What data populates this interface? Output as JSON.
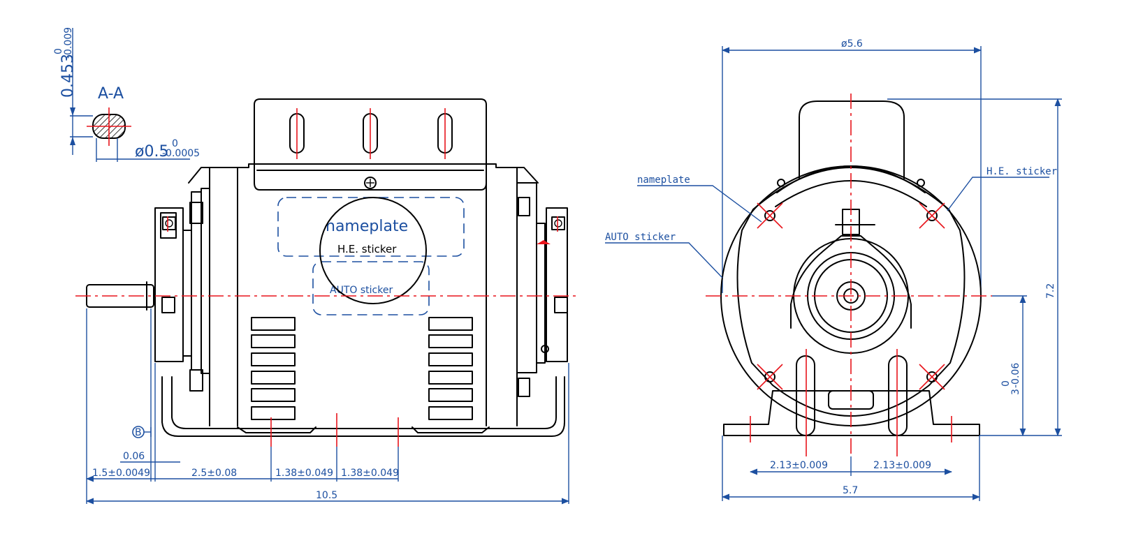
{
  "section": {
    "title": "A-A",
    "shaft_dia": "0.453",
    "shaft_tol_upper": "0",
    "shaft_tol_lower": "-0.009",
    "bore_prefix": "ø0.5",
    "bore_tol_upper": "0",
    "bore_tol_lower": "-0.0005"
  },
  "side_view": {
    "nameplate": "nameplate",
    "he_sticker": "H.E. sticker",
    "auto_sticker": "AUTO sticker",
    "datum": "B",
    "runout": "0.06",
    "dim_shaft_len": "1.5±0.0049",
    "dim_base_offset": "2.5±0.08",
    "dim_slot_1": "1.38±0.049",
    "dim_slot_2": "1.38±0.049",
    "dim_overall_len": "10.5"
  },
  "end_view": {
    "dim_diameter": "ø5.6",
    "nameplate": "nameplate",
    "he_sticker": "H.E. sticker",
    "auto_sticker": "AUTO sticker",
    "dim_height": "7.2",
    "dim_shaft_height": "3",
    "dim_shaft_height_tol_upper": "0",
    "dim_shaft_height_tol_lower": "-0.06",
    "dim_hole_left": "2.13±0.009",
    "dim_hole_right": "2.13±0.009",
    "dim_base_width": "5.7"
  },
  "colors": {
    "outline": "#000000",
    "centerline": "#e8141b",
    "dimension": "#1c4fa0"
  }
}
